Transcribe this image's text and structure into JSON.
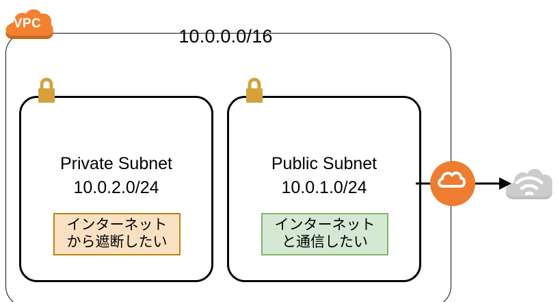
{
  "diagram": {
    "vpc": {
      "badge_label": "VPC",
      "badge_icon": "cloud-icon",
      "cidr": "10.0.0.0/16",
      "border_color": "#111111",
      "badge_color": "#f2812f",
      "badge_shadow_color": "#c96a22"
    },
    "subnets": [
      {
        "key": "private",
        "title": "Private Subnet",
        "cidr": "10.0.2.0/24",
        "lock_icon": "padlock-icon",
        "lock_color": "#d4a13c",
        "note": {
          "line1": "インターネット",
          "line2": "から遮断したい",
          "fill": "#fae0c3",
          "border": "#b8860b"
        }
      },
      {
        "key": "public",
        "title": "Public Subnet",
        "cidr": "10.0.1.0/24",
        "lock_icon": "padlock-icon",
        "lock_color": "#d4a13c",
        "note": {
          "line1": "インターネット",
          "line2": "と通信したい",
          "fill": "#d5e8d4",
          "border": "#82b366"
        }
      }
    ],
    "gateway": {
      "icon": "internet-gateway-icon",
      "color": "#ed7d31"
    },
    "internet": {
      "icon": "internet-cloud-wifi-icon",
      "color": "#cccccc"
    },
    "connector": {
      "icon": "arrow-right-icon",
      "color": "#000000"
    }
  }
}
